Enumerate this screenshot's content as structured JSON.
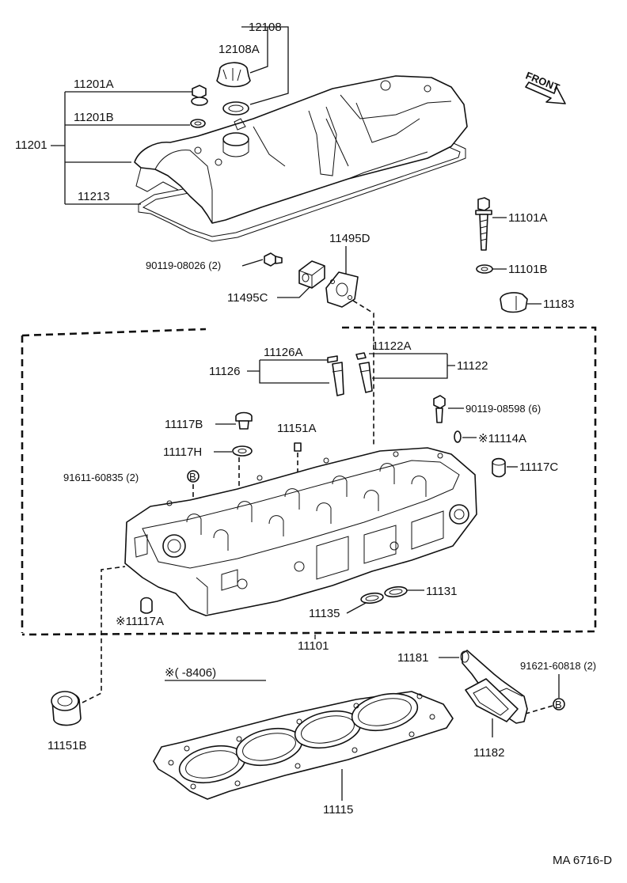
{
  "front_marker": "FRONT",
  "footer_code": "MA 6716-D",
  "date_note": "※(     -8406)",
  "labels": {
    "p12108": "12108",
    "p12108A": "12108A",
    "p11201A": "11201A",
    "p11201B": "11201B",
    "p11201": "11201",
    "p11213": "11213",
    "p11101A": "11101A",
    "p11101B": "11101B",
    "p90119_08026": "90119-08026 (2)",
    "p11495D": "11495D",
    "p11495C": "11495C",
    "p11183": "11183",
    "p11126A": "11126A",
    "p11126": "11126",
    "p11122A": "11122A",
    "p11122": "11122",
    "p90119_08598": "90119-08598 (6)",
    "p11114A": "※11114A",
    "p11117B": "11117B",
    "p11151A": "11151A",
    "p11117H": "11117H",
    "p11117C": "11117C",
    "p91611_60835": "91611-60835 (2)",
    "p11131": "11131",
    "p11135": "11135",
    "p11117A": "※11117A",
    "p11101": "11101",
    "p11181": "11181",
    "p91621_60818": "91621-60818 (2)",
    "p11182": "11182",
    "p11151B": "11151B",
    "p11115": "11115",
    "bolt_marker": "B"
  }
}
